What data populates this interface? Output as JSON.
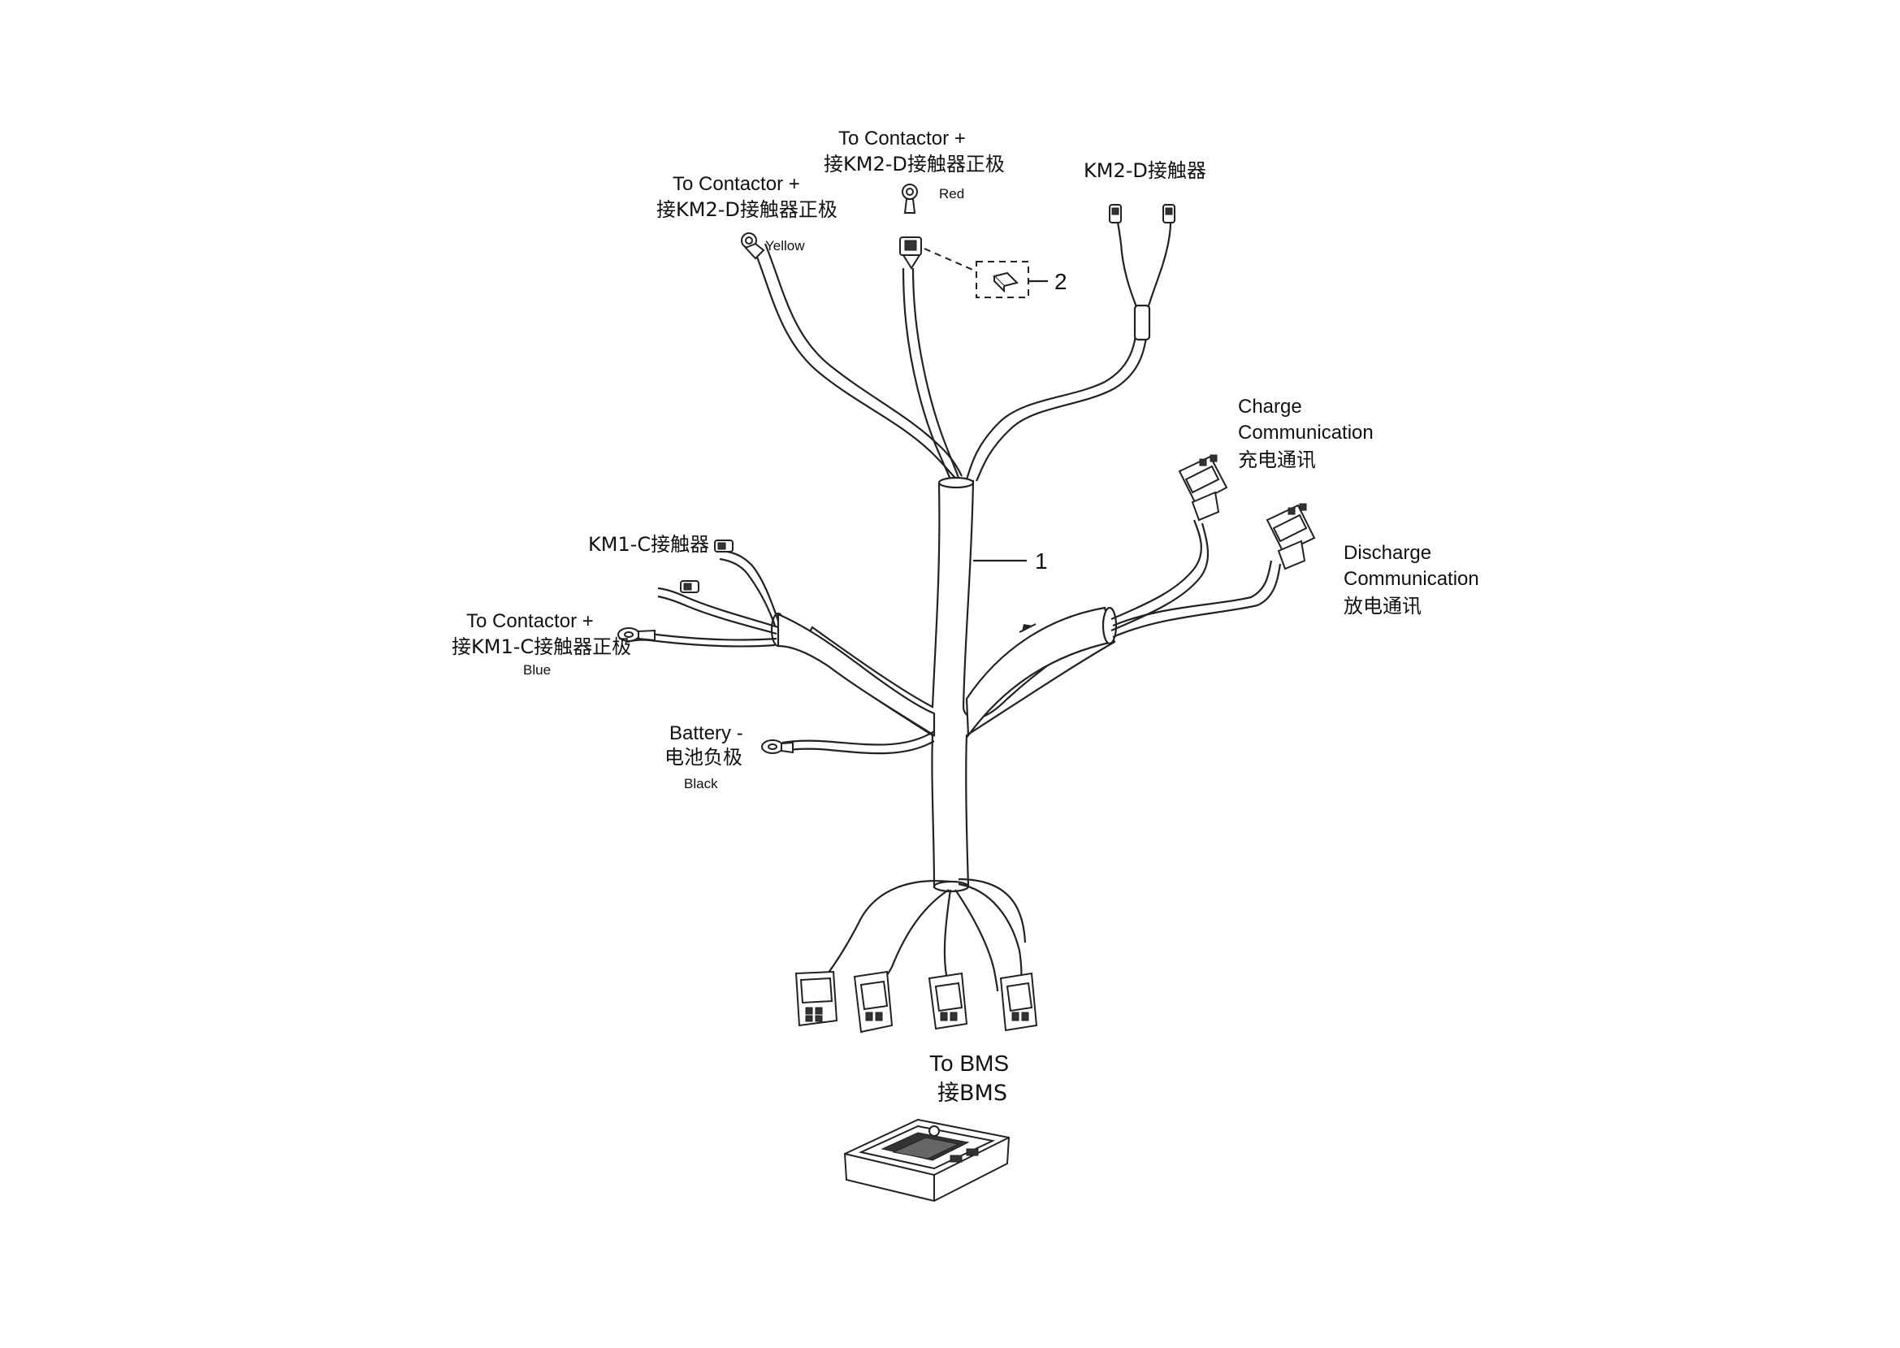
{
  "labels": {
    "contactor_yellow_en": "To Contactor +",
    "contactor_yellow_cn": "接KM2-D接触器正极",
    "contactor_yellow_color": "Yellow",
    "contactor_red_en": "To Contactor +",
    "contactor_red_cn": "接KM2-D接触器正极",
    "contactor_red_color": "Red",
    "km2d": "KM2-D接触器",
    "charge_en_1": "Charge",
    "charge_en_2": "Communication",
    "charge_cn": "充电通讯",
    "discharge_en_1": "Discharge",
    "discharge_en_2": "Communication",
    "discharge_cn": "放电通讯",
    "km1c": "KM1-C接触器",
    "contactor_blue_en": "To Contactor +",
    "contactor_blue_cn": "接KM1-C接触器正极",
    "contactor_blue_color": "Blue",
    "battery_en": "Battery -",
    "battery_cn": "电池负极",
    "battery_color": "Black",
    "bms_en": "To BMS",
    "bms_cn": "接BMS"
  },
  "callouts": {
    "item1": "1",
    "item2": "2"
  }
}
